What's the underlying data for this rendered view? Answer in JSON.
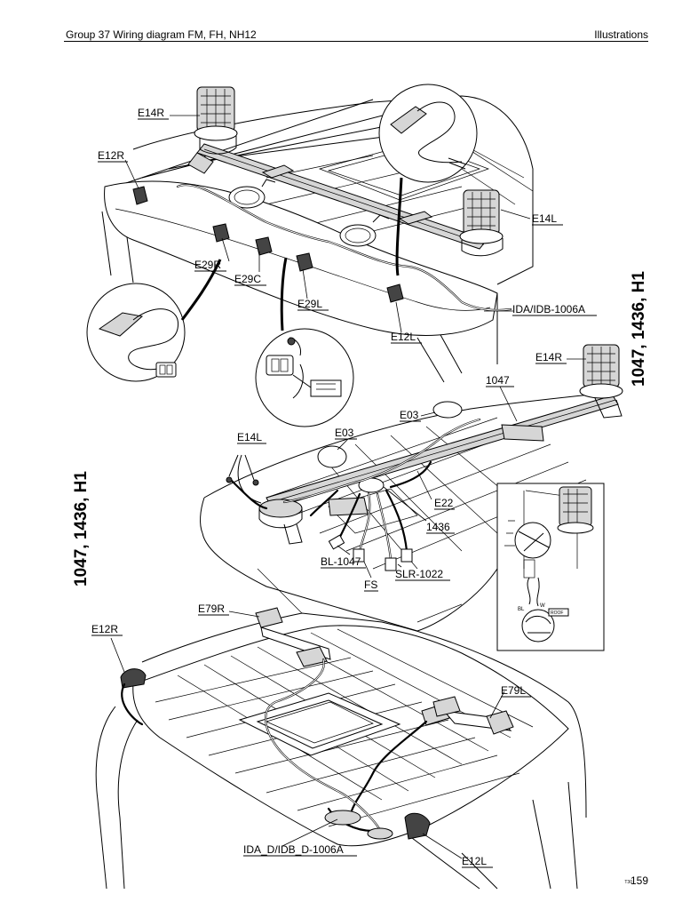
{
  "header": {
    "left": "Group 37 Wiring diagram FM, FH, NH12",
    "right": "Illustrations"
  },
  "page_number": "159",
  "figure_code": "T30",
  "variant_labels": {
    "top": "1047, 1436, H1",
    "middle": "1047, 1436, H1"
  },
  "top_view": {
    "labels": {
      "e14r": "E14R",
      "e12r": "E12R",
      "e14l": "E14L",
      "e29r": "E29R",
      "e29c": "E29C",
      "e29l": "E29L",
      "e12l": "E12L",
      "ida": "IDA/IDB-1006A"
    }
  },
  "middle_view": {
    "labels": {
      "e14r": "E14R",
      "c1047": "1047",
      "e03a": "E03",
      "e03b": "E03",
      "e14l": "E14L",
      "e22": "E22",
      "c1436": "1436",
      "bl1047": "BL-1047",
      "slr": "SLR-1022",
      "fs": "FS"
    },
    "detail_labels": {
      "bl": "BL",
      "w": "W",
      "tag": "ROOF"
    }
  },
  "bottom_view": {
    "labels": {
      "e79r": "E79R",
      "e12r": "E12R",
      "e79l": "E79L",
      "ida": "IDA_D/IDB_D-1006A",
      "e12l": "E12L"
    }
  }
}
